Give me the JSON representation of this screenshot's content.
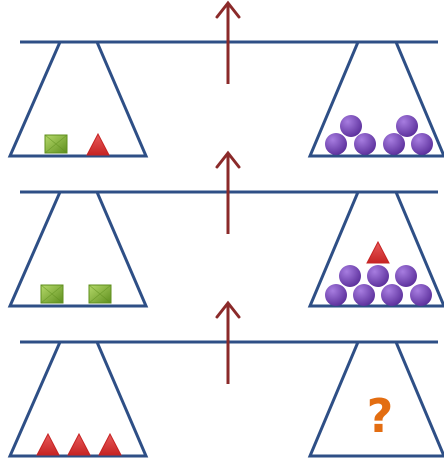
{
  "colors": {
    "line": "#2e4f86",
    "arrow": "#8b2a2a",
    "square_light": "#b5d96a",
    "square_dark": "#5f8f1e",
    "triangle": "#c62424",
    "circle_light": "#a77de0",
    "circle_dark": "#5a2e9a",
    "question": "#e36d11"
  },
  "icons": {
    "up_arrow": "arrow-up-icon",
    "square": "green-square-icon",
    "triangle": "red-triangle-icon",
    "circle": "purple-ball-icon"
  },
  "scales": [
    {
      "left": [
        "square",
        "triangle"
      ],
      "right": [
        "circle",
        "circle",
        "circle",
        "circle",
        "circle",
        "circle"
      ]
    },
    {
      "left": [
        "square",
        "square"
      ],
      "right": [
        "triangle",
        "circle",
        "circle",
        "circle",
        "circle",
        "circle",
        "circle",
        "circle"
      ]
    },
    {
      "left": [
        "triangle",
        "triangle",
        "triangle"
      ],
      "right": [
        "question"
      ]
    }
  ],
  "question_mark": "?"
}
